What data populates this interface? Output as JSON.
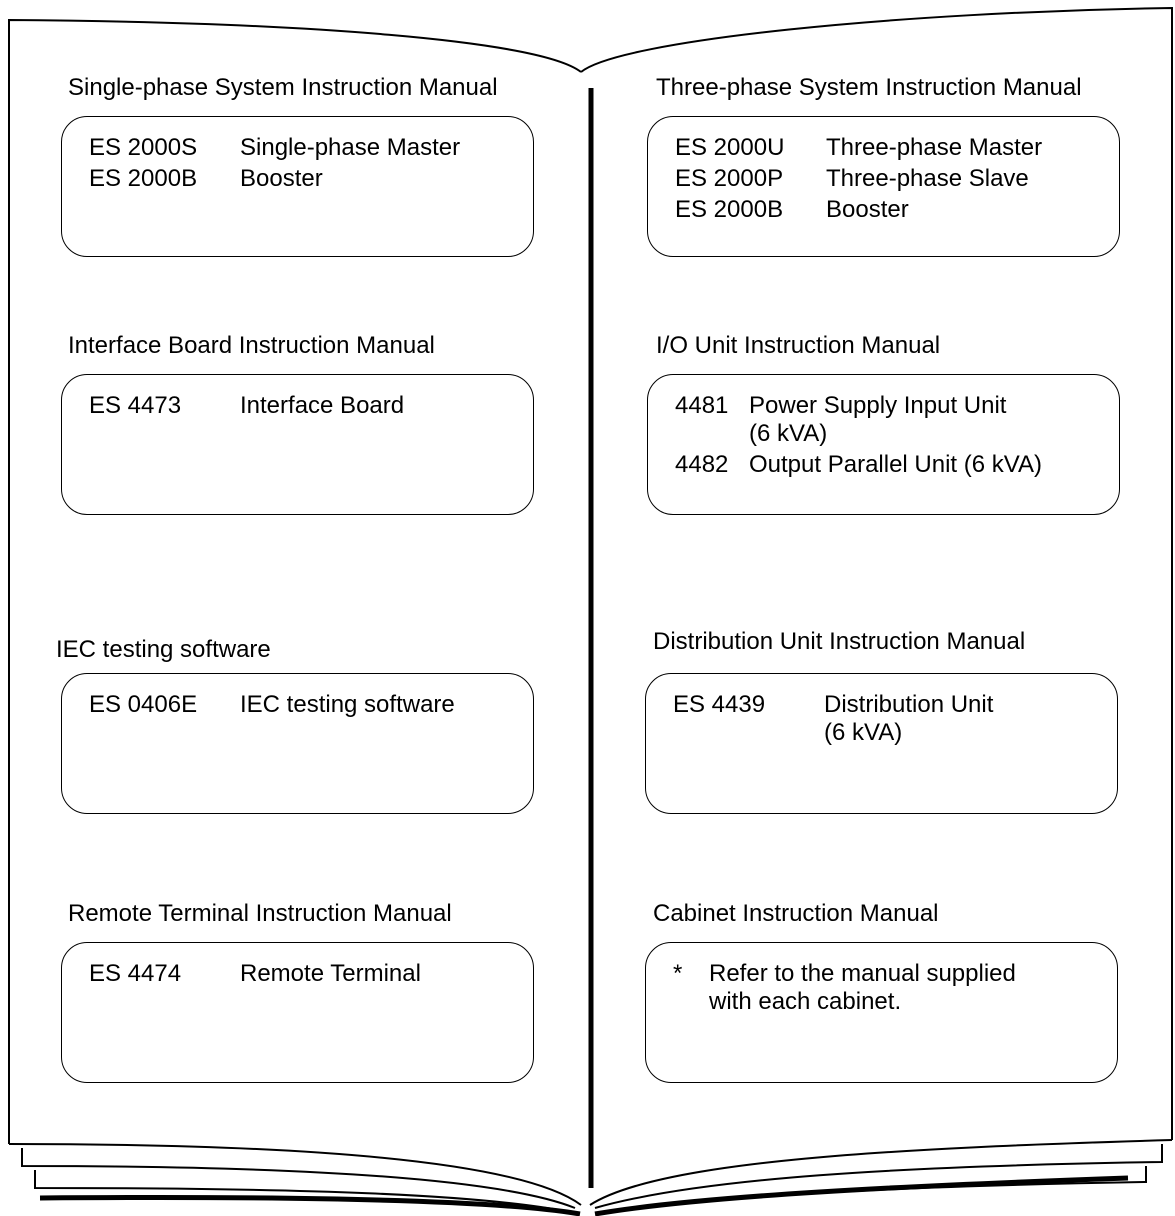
{
  "left_page": [
    {
      "title": "Single-phase System Instruction Manual",
      "items": [
        {
          "code": "ES 2000S",
          "desc": "Single-phase Master"
        },
        {
          "code": "ES 2000B",
          "desc": "Booster"
        }
      ]
    },
    {
      "title": "Interface Board Instruction Manual",
      "items": [
        {
          "code": "ES 4473",
          "desc": "Interface Board"
        }
      ]
    },
    {
      "title": "IEC testing software",
      "items": [
        {
          "code": "ES 0406E",
          "desc": "IEC testing software"
        }
      ]
    },
    {
      "title": "Remote Terminal Instruction Manual",
      "items": [
        {
          "code": "ES 4474",
          "desc": "Remote Terminal"
        }
      ]
    }
  ],
  "right_page": [
    {
      "title": "Three-phase System Instruction Manual",
      "items": [
        {
          "code": "ES 2000U",
          "desc": "Three-phase Master"
        },
        {
          "code": "ES 2000P",
          "desc": "Three-phase Slave"
        },
        {
          "code": "ES 2000B",
          "desc": "Booster"
        }
      ]
    },
    {
      "title": "I/O Unit Instruction Manual",
      "items": [
        {
          "code": "4481",
          "desc": "Power Supply Input Unit",
          "desc2": "(6 kVA)"
        },
        {
          "code": "4482",
          "desc": "Output Parallel Unit (6 kVA)"
        }
      ]
    },
    {
      "title": "Distribution Unit Instruction Manual",
      "items": [
        {
          "code": "ES 4439",
          "desc": "Distribution Unit",
          "desc2": "(6 kVA)"
        }
      ]
    },
    {
      "title": "Cabinet Instruction Manual",
      "items": [
        {
          "code": "*",
          "desc": "Refer to the manual supplied",
          "desc2": "with each cabinet."
        }
      ]
    }
  ]
}
